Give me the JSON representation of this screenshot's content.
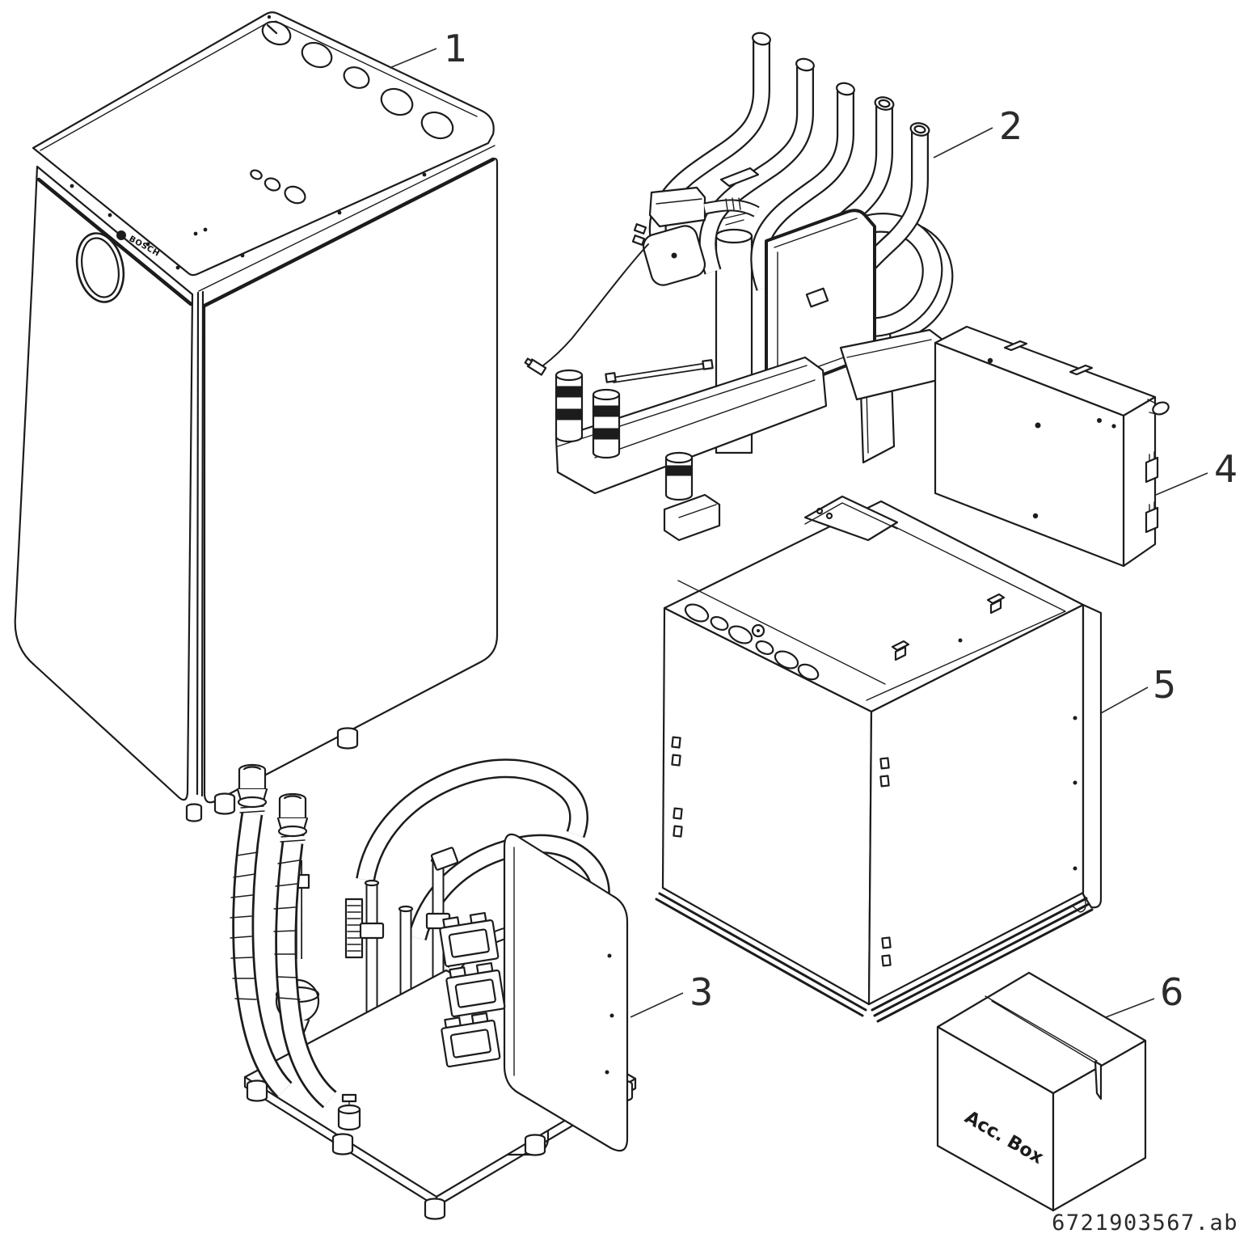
{
  "figure": {
    "background": "#ffffff",
    "line_color": "#1c1c1c",
    "doc_code": "6721903567.ab",
    "acc_box_text": "Acc. Box",
    "logo_text": "BOSCH"
  },
  "callouts": [
    {
      "num": "1"
    },
    {
      "num": "2"
    },
    {
      "num": "3"
    },
    {
      "num": "4"
    },
    {
      "num": "5"
    },
    {
      "num": "6"
    }
  ]
}
